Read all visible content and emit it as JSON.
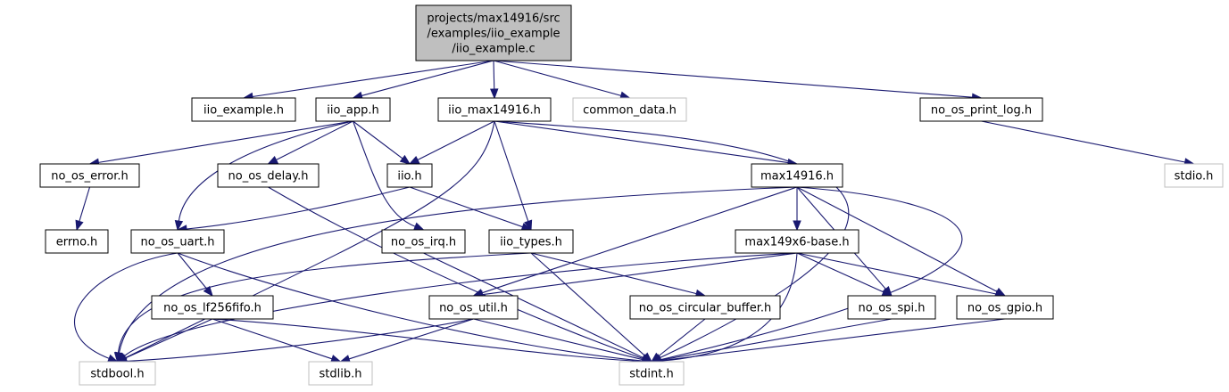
{
  "graph": {
    "colors": {
      "edge": "#191970",
      "node_border": "#000000",
      "external_border": "#bfbfbf",
      "root_fill": "#bfbfbf",
      "node_fill": "#ffffff",
      "text": "#000000",
      "external_text": "#3f3f3f"
    },
    "nodes": [
      {
        "id": "root",
        "lines": [
          "projects/max14916/src",
          "/examples/iio_example",
          "/iio_example.c"
        ],
        "kind": "root"
      },
      {
        "id": "iio_example_h",
        "lines": [
          "iio_example.h"
        ],
        "kind": "local"
      },
      {
        "id": "iio_app_h",
        "lines": [
          "iio_app.h"
        ],
        "kind": "local"
      },
      {
        "id": "iio_max14916_h",
        "lines": [
          "iio_max14916.h"
        ],
        "kind": "local"
      },
      {
        "id": "common_data_h",
        "lines": [
          "common_data.h"
        ],
        "kind": "external"
      },
      {
        "id": "no_os_print_log_h",
        "lines": [
          "no_os_print_log.h"
        ],
        "kind": "local"
      },
      {
        "id": "no_os_error_h",
        "lines": [
          "no_os_error.h"
        ],
        "kind": "local"
      },
      {
        "id": "no_os_delay_h",
        "lines": [
          "no_os_delay.h"
        ],
        "kind": "local"
      },
      {
        "id": "iio_h",
        "lines": [
          "iio.h"
        ],
        "kind": "local"
      },
      {
        "id": "max14916_h",
        "lines": [
          "max14916.h"
        ],
        "kind": "local"
      },
      {
        "id": "stdio_h",
        "lines": [
          "stdio.h"
        ],
        "kind": "external"
      },
      {
        "id": "errno_h",
        "lines": [
          "errno.h"
        ],
        "kind": "local"
      },
      {
        "id": "no_os_uart_h",
        "lines": [
          "no_os_uart.h"
        ],
        "kind": "local"
      },
      {
        "id": "no_os_irq_h",
        "lines": [
          "no_os_irq.h"
        ],
        "kind": "local"
      },
      {
        "id": "iio_types_h",
        "lines": [
          "iio_types.h"
        ],
        "kind": "local"
      },
      {
        "id": "max149x6_base_h",
        "lines": [
          "max149x6-base.h"
        ],
        "kind": "local"
      },
      {
        "id": "no_os_lf256fifo_h",
        "lines": [
          "no_os_lf256fifo.h"
        ],
        "kind": "local"
      },
      {
        "id": "no_os_util_h",
        "lines": [
          "no_os_util.h"
        ],
        "kind": "local"
      },
      {
        "id": "no_os_circular_buffer_h",
        "lines": [
          "no_os_circular_buffer.h"
        ],
        "kind": "local"
      },
      {
        "id": "no_os_spi_h",
        "lines": [
          "no_os_spi.h"
        ],
        "kind": "local"
      },
      {
        "id": "no_os_gpio_h",
        "lines": [
          "no_os_gpio.h"
        ],
        "kind": "local"
      },
      {
        "id": "stdbool_h",
        "lines": [
          "stdbool.h"
        ],
        "kind": "external"
      },
      {
        "id": "stdlib_h",
        "lines": [
          "stdlib.h"
        ],
        "kind": "external"
      },
      {
        "id": "stdint_h",
        "lines": [
          "stdint.h"
        ],
        "kind": "external"
      }
    ],
    "edges": [
      {
        "from": "root",
        "to": "iio_example_h"
      },
      {
        "from": "root",
        "to": "iio_app_h"
      },
      {
        "from": "root",
        "to": "iio_max14916_h"
      },
      {
        "from": "root",
        "to": "common_data_h"
      },
      {
        "from": "root",
        "to": "no_os_print_log_h"
      },
      {
        "from": "iio_app_h",
        "to": "no_os_error_h"
      },
      {
        "from": "iio_app_h",
        "to": "no_os_delay_h"
      },
      {
        "from": "iio_app_h",
        "to": "iio_h"
      },
      {
        "from": "iio_app_h",
        "to": "no_os_uart_h"
      },
      {
        "from": "iio_app_h",
        "to": "no_os_irq_h"
      },
      {
        "from": "iio_max14916_h",
        "to": "iio_h"
      },
      {
        "from": "iio_max14916_h",
        "to": "iio_types_h"
      },
      {
        "from": "iio_max14916_h",
        "to": "max14916_h"
      },
      {
        "from": "iio_max14916_h",
        "to": "stdbool_h"
      },
      {
        "from": "iio_max14916_h",
        "to": "stdint_h"
      },
      {
        "from": "no_os_print_log_h",
        "to": "stdio_h"
      },
      {
        "from": "no_os_error_h",
        "to": "errno_h"
      },
      {
        "from": "no_os_delay_h",
        "to": "stdint_h"
      },
      {
        "from": "iio_h",
        "to": "no_os_uart_h"
      },
      {
        "from": "iio_h",
        "to": "iio_types_h"
      },
      {
        "from": "max14916_h",
        "to": "max149x6_base_h"
      },
      {
        "from": "max14916_h",
        "to": "no_os_util_h"
      },
      {
        "from": "max14916_h",
        "to": "no_os_spi_h"
      },
      {
        "from": "max14916_h",
        "to": "no_os_gpio_h"
      },
      {
        "from": "max14916_h",
        "to": "stdbool_h"
      },
      {
        "from": "max14916_h",
        "to": "stdint_h"
      },
      {
        "from": "no_os_uart_h",
        "to": "no_os_lf256fifo_h"
      },
      {
        "from": "no_os_uart_h",
        "to": "stdbool_h"
      },
      {
        "from": "no_os_uart_h",
        "to": "stdint_h"
      },
      {
        "from": "no_os_irq_h",
        "to": "stdint_h"
      },
      {
        "from": "iio_types_h",
        "to": "no_os_circular_buffer_h"
      },
      {
        "from": "iio_types_h",
        "to": "stdbool_h"
      },
      {
        "from": "iio_types_h",
        "to": "stdint_h"
      },
      {
        "from": "max149x6_base_h",
        "to": "no_os_util_h"
      },
      {
        "from": "max149x6_base_h",
        "to": "no_os_spi_h"
      },
      {
        "from": "max149x6_base_h",
        "to": "no_os_gpio_h"
      },
      {
        "from": "max149x6_base_h",
        "to": "stdbool_h"
      },
      {
        "from": "max149x6_base_h",
        "to": "stdint_h"
      },
      {
        "from": "no_os_lf256fifo_h",
        "to": "stdbool_h"
      },
      {
        "from": "no_os_lf256fifo_h",
        "to": "stdlib_h"
      },
      {
        "from": "no_os_lf256fifo_h",
        "to": "stdint_h"
      },
      {
        "from": "no_os_util_h",
        "to": "stdbool_h"
      },
      {
        "from": "no_os_util_h",
        "to": "stdlib_h"
      },
      {
        "from": "no_os_util_h",
        "to": "stdint_h"
      },
      {
        "from": "no_os_circular_buffer_h",
        "to": "stdint_h"
      },
      {
        "from": "no_os_spi_h",
        "to": "stdint_h"
      },
      {
        "from": "no_os_gpio_h",
        "to": "stdint_h"
      }
    ]
  }
}
